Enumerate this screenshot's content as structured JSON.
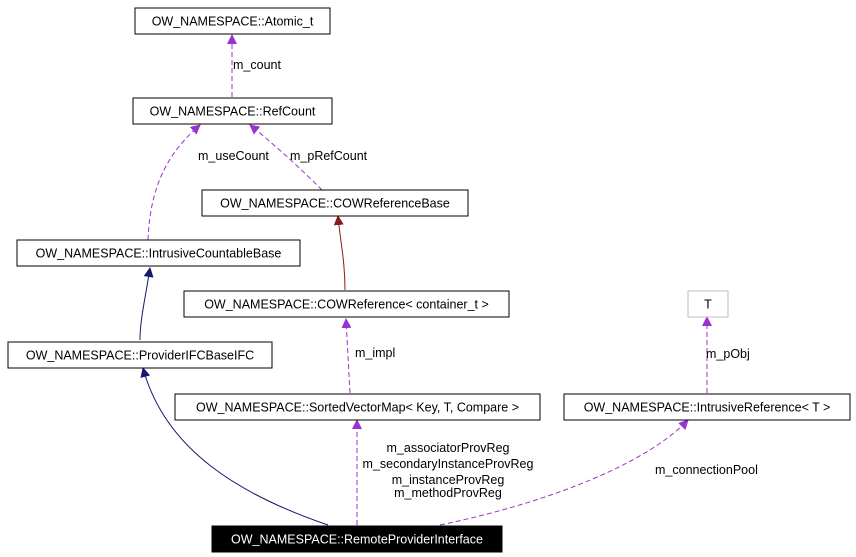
{
  "colors": {
    "background": "#ffffff",
    "node_border": "#000000",
    "template_node_border": "#bfbfbf",
    "highlight_fill": "#000000",
    "highlight_text": "#ffffff",
    "usage_edge": "#9a32cd",
    "inheritance_edge": "#191970",
    "template_edge": "#8b1a1a"
  },
  "nodes": {
    "atomic": "OW_NAMESPACE::Atomic_t",
    "refcount": "OW_NAMESPACE::RefCount",
    "cowrefbase": "OW_NAMESPACE::COWReferenceBase",
    "intrusivecountable": "OW_NAMESPACE::IntrusiveCountableBase",
    "cowref": "OW_NAMESPACE::COWReference< container_t >",
    "t_param": "T",
    "providerifc": "OW_NAMESPACE::ProviderIFCBaseIFC",
    "sortedvectormap": "OW_NAMESPACE::SortedVectorMap< Key, T, Compare >",
    "intrusiveref": "OW_NAMESPACE::IntrusiveReference< T >",
    "remoteprovider": "OW_NAMESPACE::RemoteProviderInterface"
  },
  "edge_labels": {
    "m_count": "m_count",
    "m_useCount": "m_useCount",
    "m_pRefCount": "m_pRefCount",
    "m_impl": "m_impl",
    "m_pObj": "m_pObj",
    "member_1": "m_associatorProvReg",
    "member_2": "m_secondaryInstanceProvReg",
    "member_3": "m_instanceProvReg",
    "member_4": "m_methodProvReg",
    "m_connectionPool": "m_connectionPool"
  }
}
